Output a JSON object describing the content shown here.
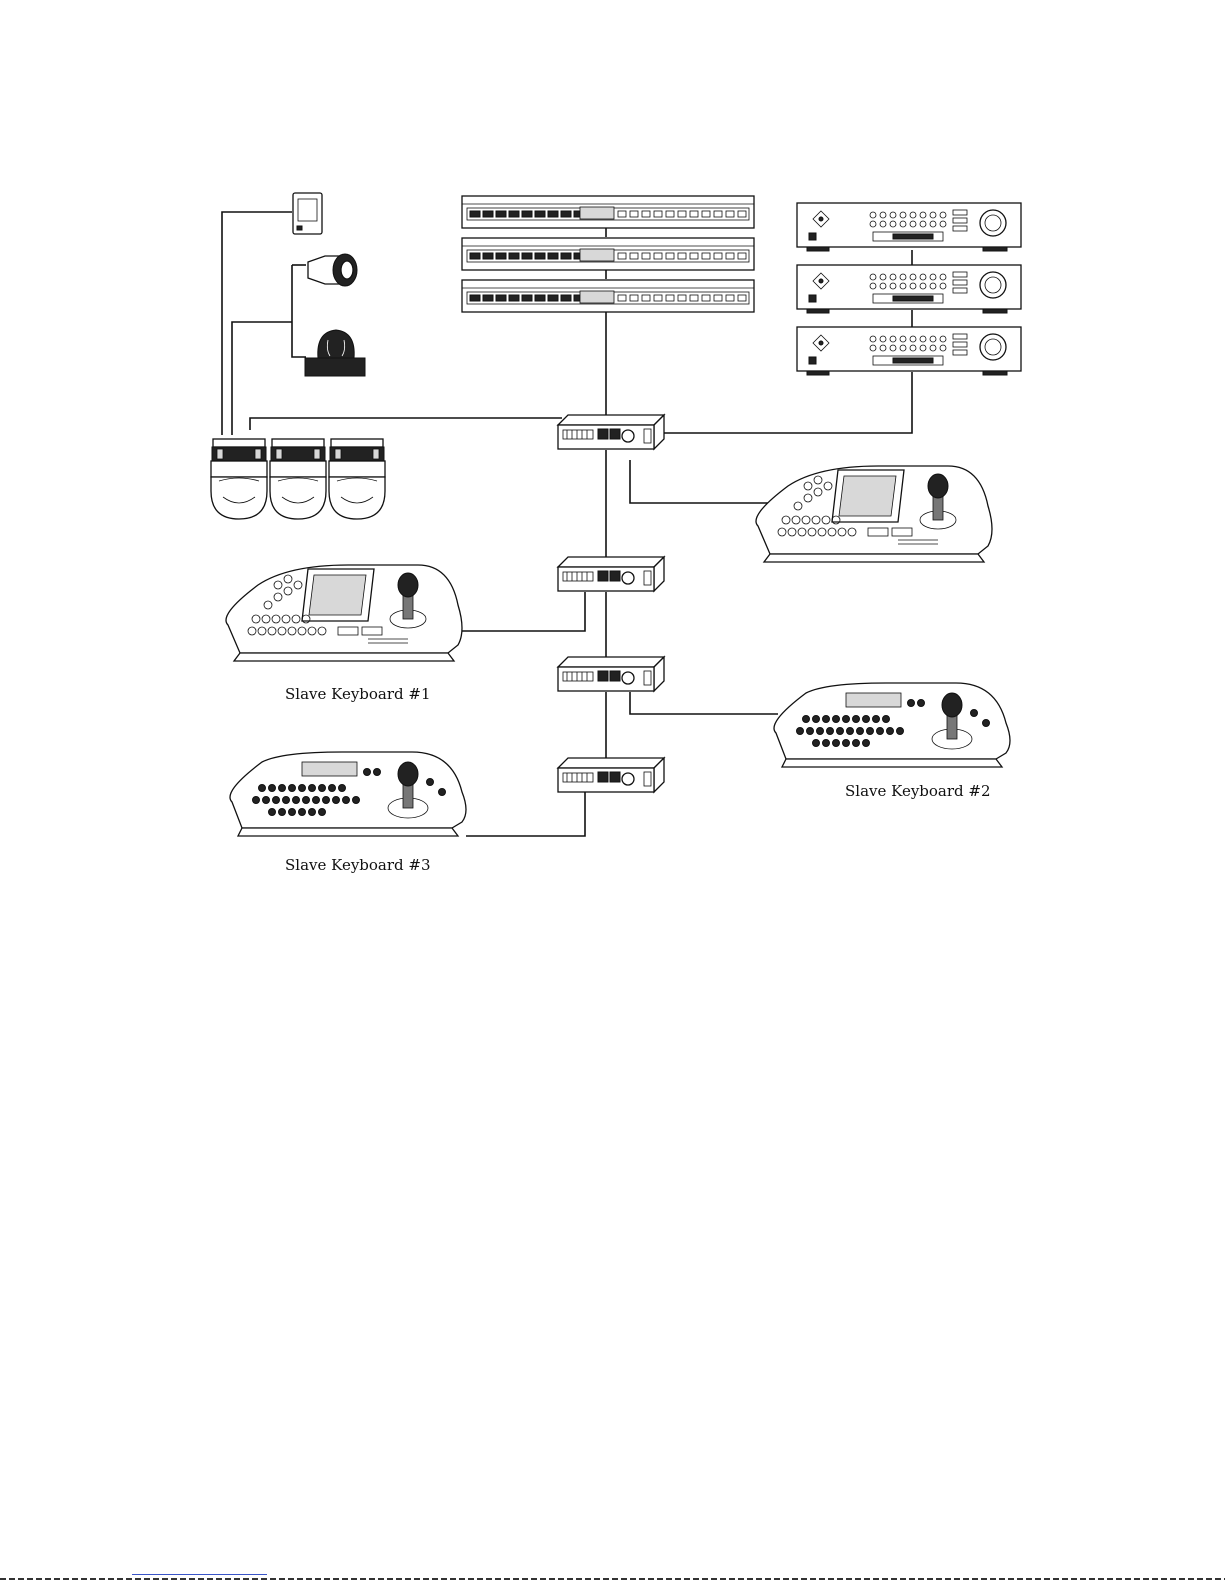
{
  "diagram": {
    "labels": {
      "slave_keyboard_1": "Slave Keyboard #1",
      "slave_keyboard_2": "Slave Keyboard #2",
      "slave_keyboard_3": "Slave Keyboard #3"
    }
  },
  "icons": {
    "sensor": "door-sensor-icon",
    "siren": "siren-speaker-icon",
    "beacon": "warning-light-icon",
    "camera": "dome-camera-icon",
    "matrix": "video-matrix-switcher-icon",
    "dvr": "dvr-recorder-icon",
    "hub": "distribution-box-icon",
    "keyboard": "controller-keyboard-icon"
  }
}
